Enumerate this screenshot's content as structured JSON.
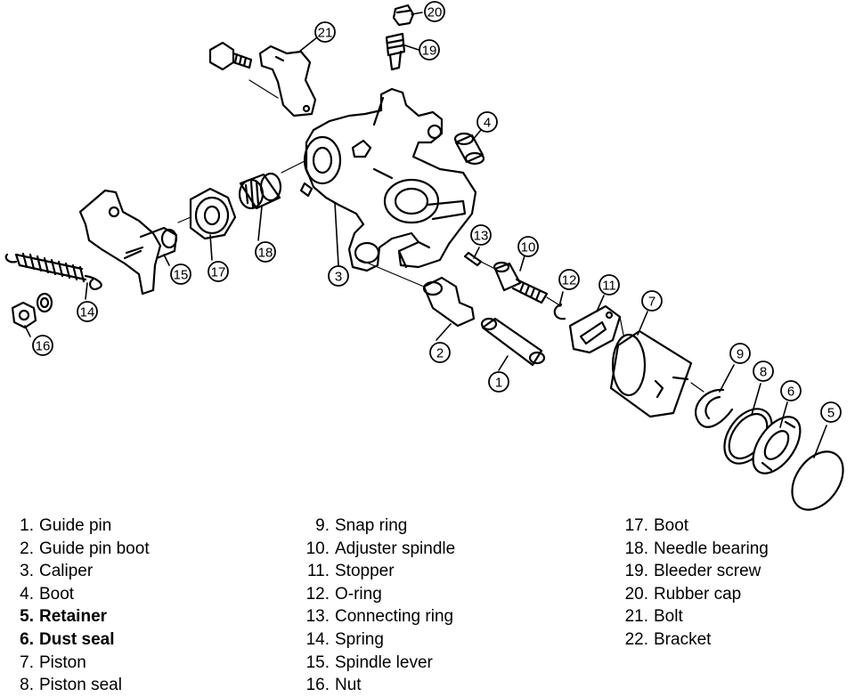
{
  "callouts": [
    "1",
    "2",
    "3",
    "4",
    "5",
    "6",
    "7",
    "8",
    "9",
    "10",
    "11",
    "12",
    "13",
    "14",
    "15",
    "16",
    "17",
    "18",
    "19",
    "20",
    "21"
  ],
  "legend": [
    [
      {
        "num": "1.",
        "label": "Guide pin"
      },
      {
        "num": "2.",
        "label": "Guide pin boot"
      },
      {
        "num": "3.",
        "label": "Caliper"
      },
      {
        "num": "4.",
        "label": "Boot"
      },
      {
        "num": "5.",
        "label": "Retainer"
      },
      {
        "num": "6.",
        "label": "Dust seal"
      },
      {
        "num": "7.",
        "label": "Piston"
      },
      {
        "num": "8.",
        "label": "Piston seal"
      }
    ],
    [
      {
        "num": "9.",
        "label": "Snap ring"
      },
      {
        "num": "10.",
        "label": "Adjuster spindle"
      },
      {
        "num": "11.",
        "label": "Stopper"
      },
      {
        "num": "12.",
        "label": "O-ring"
      },
      {
        "num": "13.",
        "label": "Connecting ring"
      },
      {
        "num": "14.",
        "label": "Spring"
      },
      {
        "num": "15.",
        "label": "Spindle lever"
      },
      {
        "num": "16.",
        "label": "Nut"
      }
    ],
    [
      {
        "num": "17.",
        "label": "Boot"
      },
      {
        "num": "18.",
        "label": "Needle bearing"
      },
      {
        "num": "19.",
        "label": "Bleeder screw"
      },
      {
        "num": "20.",
        "label": "Rubber cap"
      },
      {
        "num": "21.",
        "label": "Bolt"
      },
      {
        "num": "22.",
        "label": "Bracket"
      }
    ]
  ]
}
